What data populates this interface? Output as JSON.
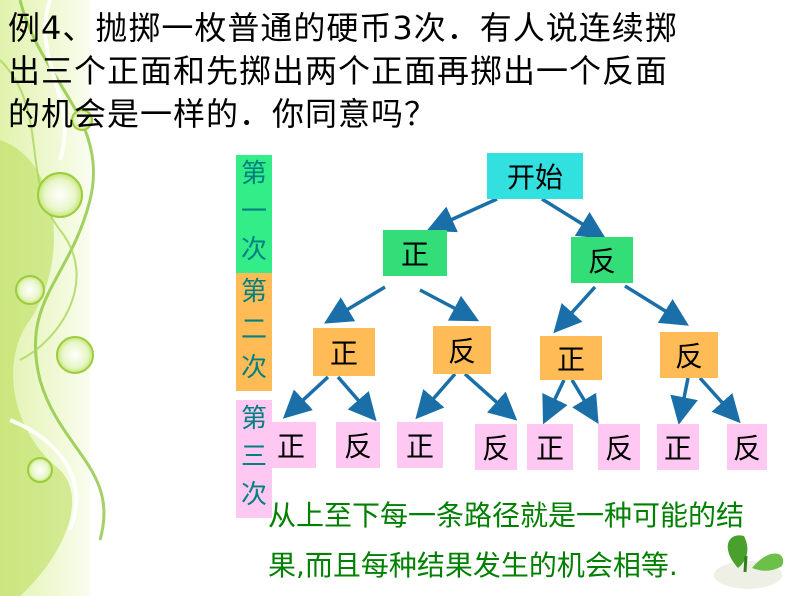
{
  "title": {
    "lines": [
      "例4、抛掷一枚普通的硬币3次．有人说连续掷",
      "出三个正面和先掷出两个正面再掷出一个反面",
      "的机会是一样的．你同意吗？"
    ]
  },
  "levels": [
    {
      "label": [
        "第",
        "一",
        "次"
      ],
      "color": "#33ee88"
    },
    {
      "label": [
        "第",
        "二",
        "次"
      ],
      "color": "#ffbb55"
    },
    {
      "label": [
        "第",
        "三",
        "次"
      ],
      "color": "#ffc8f2"
    }
  ],
  "tree": {
    "root": "开始",
    "level1": [
      "正",
      "反"
    ],
    "level2": [
      "正",
      "反",
      "正",
      "反"
    ],
    "level3": [
      "正",
      "反",
      "正",
      "反",
      "正",
      "反",
      "正",
      "反"
    ]
  },
  "conclusion": [
    "从上至下每一条路径就是一种可能的结",
    "果,而且每种结果发生的机会相等."
  ],
  "colors": {
    "root": "#33e0e0",
    "level1": "#33dd77",
    "level2": "#ffbb55",
    "level3": "#ffc8f2",
    "arrow": "#1a6fa8",
    "text_green": "#008000",
    "level_label": "#008080"
  }
}
